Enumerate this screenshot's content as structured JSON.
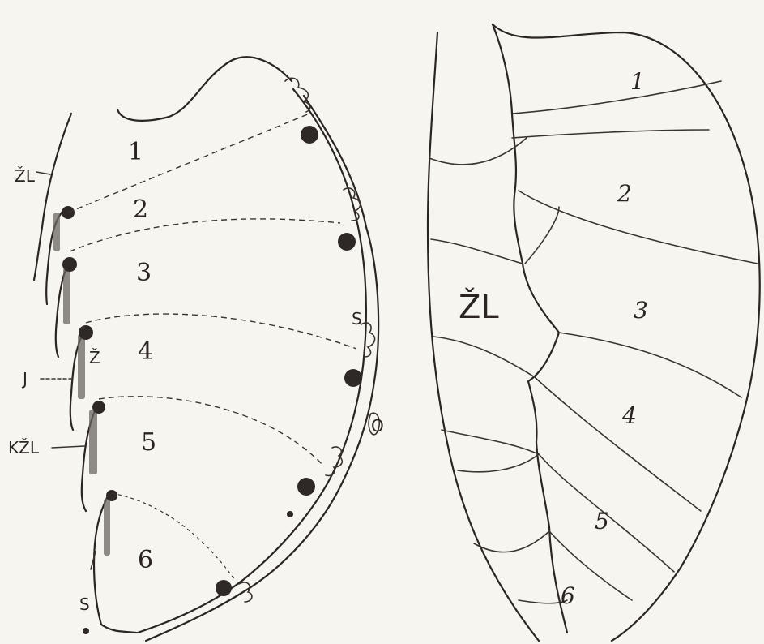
{
  "left_figure": {
    "segment_labels": [
      "1",
      "2",
      "3",
      "4",
      "5",
      "6"
    ],
    "side_labels": {
      "zl": "ŽL",
      "j": "J",
      "z": "Ž",
      "kzl": "KŽL",
      "s_right": "S",
      "o": "O",
      "s_bottom": "S"
    }
  },
  "right_figure": {
    "segment_labels": [
      "1",
      "2",
      "3",
      "4",
      "5",
      "6"
    ],
    "center_label": "ŽL"
  }
}
